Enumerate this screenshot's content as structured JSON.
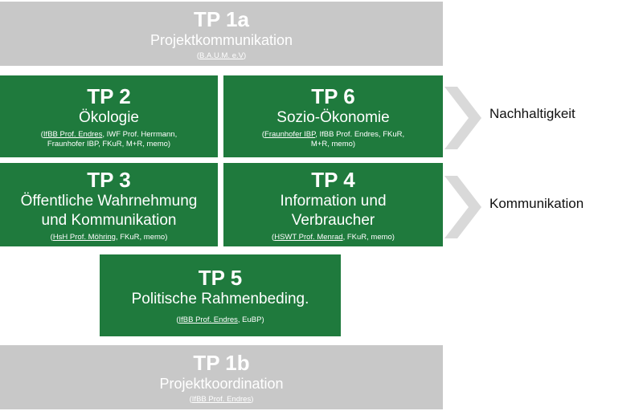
{
  "boxes": {
    "tp1a": {
      "tp": "TP 1a",
      "name": "Projektkommunikation",
      "lead": "B.A.U.M. e.V",
      "others": ""
    },
    "tp2": {
      "tp": "TP 2",
      "name": "Ökologie",
      "lead": "IfBB Prof. Endres",
      "others": ", IWF Prof. Herrmann,",
      "others2": "Fraunhofer IBP, FKuR, M+R, memo)"
    },
    "tp6": {
      "tp": "TP 6",
      "name": "Sozio-Ökonomie",
      "lead": "Fraunhofer IBP",
      "others": ", IfBB Prof. Endres, FKuR,",
      "others2": "M+R, memo)"
    },
    "tp3": {
      "tp": "TP 3",
      "name_line1": "Öffentliche Wahrnehmung",
      "name_line2": "und Kommunikation",
      "lead": "HsH Prof. Möhring",
      "others": ", FKuR, memo)"
    },
    "tp4": {
      "tp": "TP 4",
      "name_line1": "Information und",
      "name_line2": "Verbraucher",
      "lead": "HSWT Prof. Menrad",
      "others": ", FKuR, memo)"
    },
    "tp5": {
      "tp": "TP 5",
      "name": "Politische Rahmenbeding.",
      "lead": "IfBB Prof. Endres",
      "others": ", EuBP)"
    },
    "tp1b": {
      "tp": "TP 1b",
      "name": "Projektkoordination",
      "lead": "IfBB Prof. Endres",
      "others": ""
    }
  },
  "side": {
    "label1": "Nachhaltigkeit",
    "label2": "Kommunikation"
  },
  "colors": {
    "green": "#1f7a3d",
    "gray": "#c8c8c8",
    "chevron": "#d9d9d9"
  }
}
